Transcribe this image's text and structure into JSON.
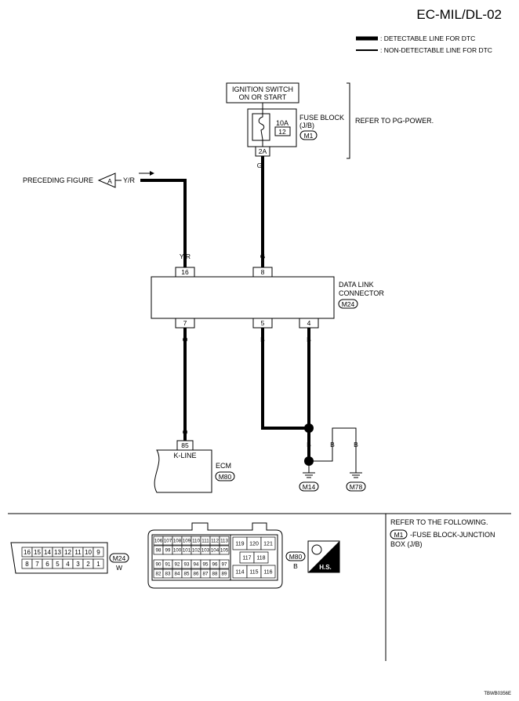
{
  "title": "EC-MIL/DL-02",
  "legend": {
    "detectable": ": DETECTABLE LINE FOR DTC",
    "non_detectable": ": NON-DETECTABLE LINE FOR DTC"
  },
  "ignition": {
    "line1": "IGNITION SWITCH",
    "line2": "ON OR START"
  },
  "fuse_block": {
    "label1": "FUSE BLOCK",
    "label2": "(J/B)",
    "connector": "M1",
    "amps": "10A",
    "fuse_no": "12",
    "terminal": "2A",
    "refer": "REFER TO PG-POWER."
  },
  "preceding": {
    "label": "PRECEDING FIGURE",
    "arrow_letter": "A",
    "wire_color": "Y/R"
  },
  "dlc": {
    "label1": "DATA LINK",
    "label2": "CONNECTOR",
    "connector": "M24",
    "pin_16": "16",
    "pin_16_color": "Y/R",
    "pin_8": "8",
    "pin_8_color": "G",
    "pin_7": "7",
    "pin_7_color": "O",
    "pin_5": "5",
    "pin_5_color": "B",
    "pin_4": "4",
    "pin_4_color": "B"
  },
  "fuse_wire_color": "G",
  "ecm": {
    "pin": "85",
    "pin_color": "O",
    "kline": "K-LINE",
    "label": "ECM",
    "connector": "M80"
  },
  "grounds": {
    "wire1": "B",
    "wire2": "B",
    "wire3": "B",
    "g1": "M14",
    "g2": "M78"
  },
  "connector_views": {
    "m24": {
      "name": "M24",
      "color": "W",
      "top_row": [
        "16",
        "15",
        "14",
        "13",
        "12",
        "11",
        "10",
        "9"
      ],
      "bottom_row": [
        "8",
        "7",
        "6",
        "5",
        "4",
        "3",
        "2",
        "1"
      ]
    },
    "m80": {
      "name": "M80",
      "color": "B",
      "row1": [
        "106",
        "107",
        "108",
        "109",
        "110",
        "111",
        "112",
        "113"
      ],
      "row2": [
        "98",
        "99",
        "100",
        "101",
        "102",
        "103",
        "104",
        "105"
      ],
      "row3": [
        "90",
        "91",
        "92",
        "93",
        "94",
        "95",
        "96",
        "97"
      ],
      "row4": [
        "82",
        "83",
        "84",
        "85",
        "86",
        "87",
        "88",
        "89"
      ],
      "right_top": [
        "119",
        "120",
        "121"
      ],
      "right_mid": [
        "117",
        "118"
      ],
      "right_bot": [
        "114",
        "115",
        "116"
      ],
      "hs_label": "H.S."
    }
  },
  "refer_following": {
    "line1": "REFER TO THE FOLLOWING.",
    "connector": "M1",
    "line2": "-FUSE BLOCK-JUNCTION",
    "line3": "BOX (J/B)"
  },
  "code": "TBWB0356E"
}
